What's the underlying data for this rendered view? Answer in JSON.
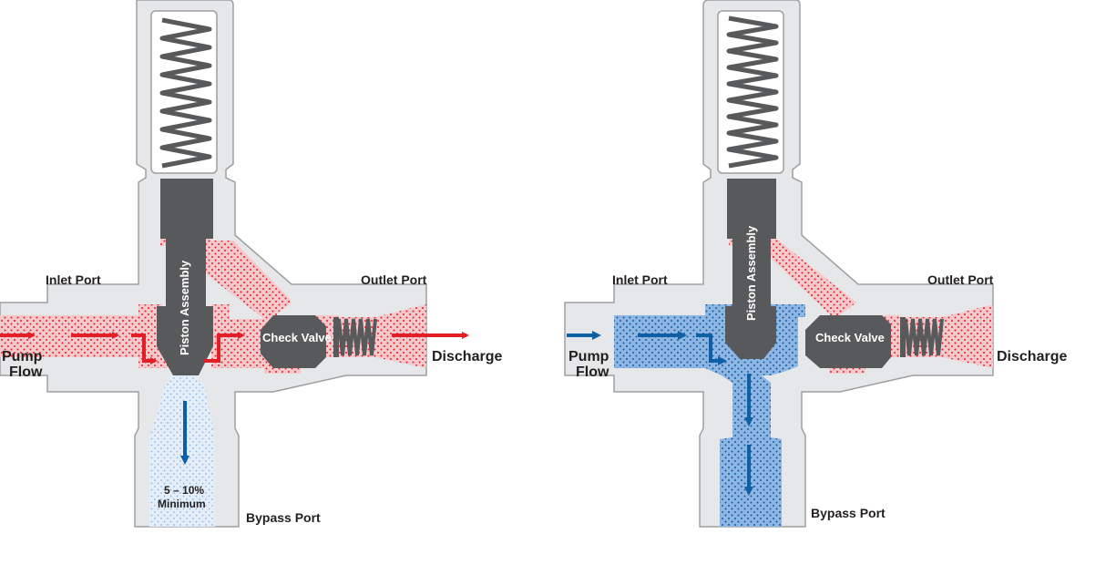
{
  "colors": {
    "body": "#e6e7e8",
    "outline": "#9d9fa2",
    "dark": "#58595b",
    "red": "#e21f26",
    "red_fill": "#f5c9cb",
    "blue": "#0e5fa4",
    "blue_fill": "#8fb5e2",
    "light_blue_fill": "#dbe8f6"
  },
  "left": {
    "labels": {
      "inlet": "Inlet Port",
      "outlet": "Outlet Port",
      "pump_line1": "Pump",
      "pump_line2": "Flow",
      "discharge": "Discharge",
      "bypass": "Bypass Port",
      "piston": "Piston Assembly",
      "check_valve": "Check Valve",
      "bypass_pct": "5 – 10%",
      "bypass_min": "Minimum"
    }
  },
  "right": {
    "labels": {
      "inlet": "Inlet Port",
      "outlet": "Outlet Port",
      "pump_line1": "Pump",
      "pump_line2": "Flow",
      "discharge": "Discharge",
      "bypass": "Bypass Port",
      "piston": "Piston Assembly",
      "check_valve": "Check Valve"
    }
  }
}
